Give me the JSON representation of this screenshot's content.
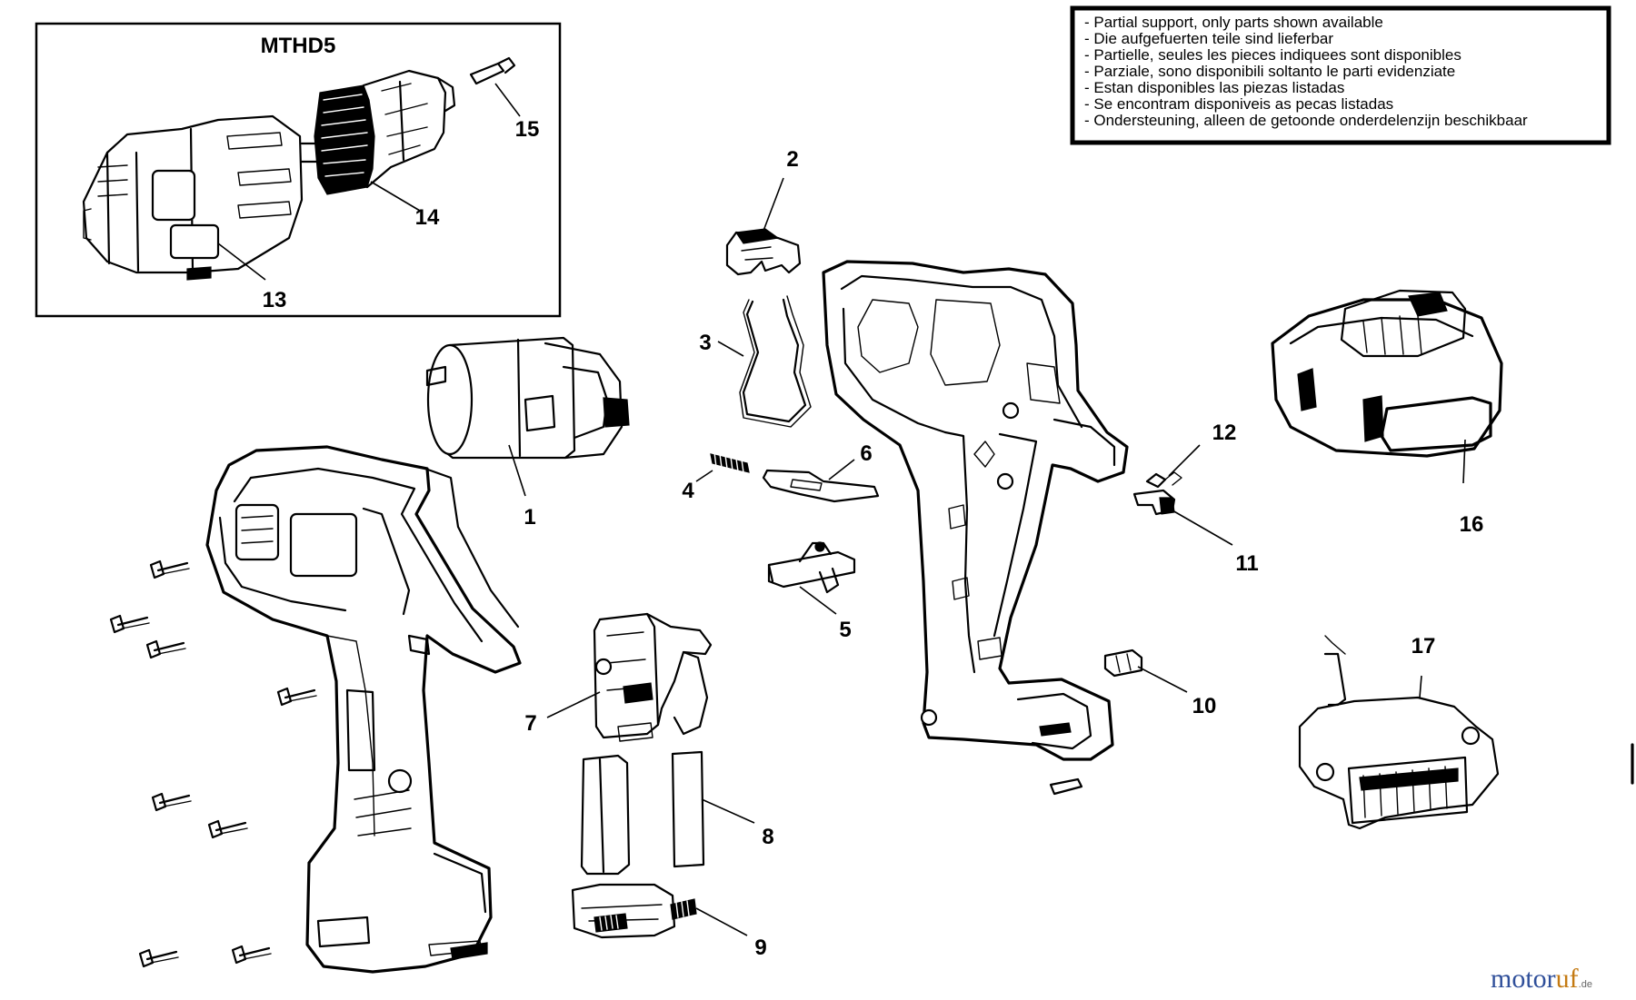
{
  "inset": {
    "title": "MTHD5"
  },
  "notice": [
    "- Partial support, only parts shown available",
    "- Die aufgefuerten teile sind lieferbar",
    "- Partielle, seules les pieces indiquees sont disponibles",
    "- Parziale, sono disponibili soltanto le parti evidenziate",
    "- Estan disponibles las piezas listadas",
    "- Se encontram disponiveis as pecas listadas",
    "- Ondersteuning, alleen de getoonde onderdelenzijn beschikbaar"
  ],
  "callouts": [
    "1",
    "2",
    "3",
    "4",
    "5",
    "6",
    "7",
    "8",
    "9",
    "10",
    "11",
    "12",
    "13",
    "14",
    "15",
    "16",
    "17"
  ],
  "watermark": {
    "part1": "motor",
    "part2": "uf",
    "suffix": ".de"
  }
}
